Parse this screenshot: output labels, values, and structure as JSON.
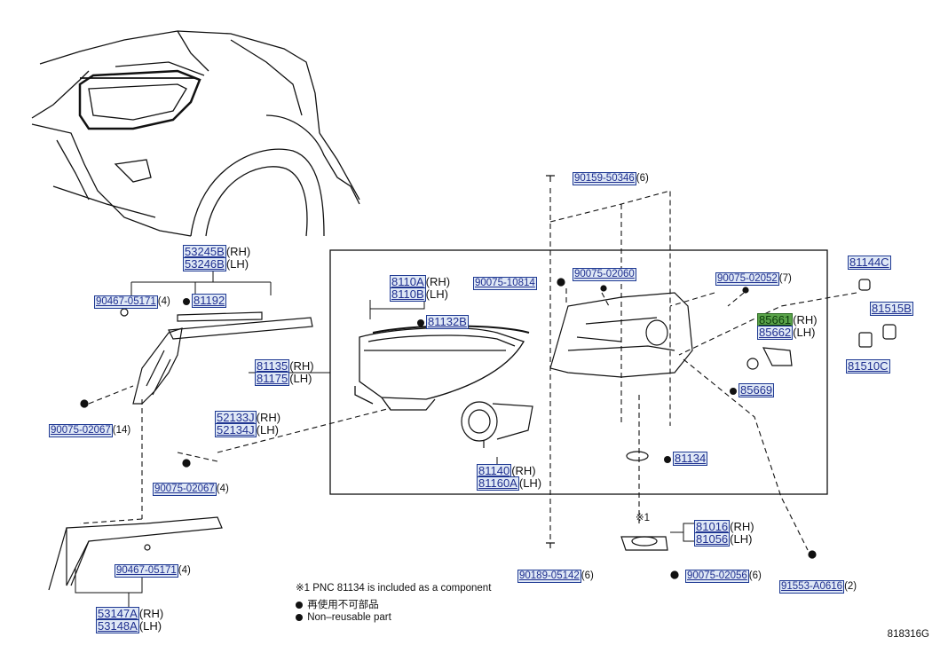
{
  "parts": {
    "p53245b": "53245B",
    "p53246b": "53246B",
    "p90467a": "90467-05171",
    "p81192": "81192",
    "p90075a": "90075-02067",
    "p81135": "81135",
    "p81175": "81175",
    "p8110a": "8110A",
    "p8110b": "8110B",
    "p81132b": "81132B",
    "p52133j": "52133J",
    "p52134j": "52134J",
    "p90075b": "90075-02067",
    "p81140": "81140",
    "p81160a": "81160A",
    "p90159": "90159-50346",
    "p90075c": "90075-10814",
    "p90075d": "90075-02060",
    "p90075e": "90075-02052",
    "p85661": "85661",
    "p85662": "85662",
    "p85669": "85669",
    "p81144c": "81144C",
    "p81515b": "81515B",
    "p81510c": "81510C",
    "p81134": "81134",
    "p81016": "81016",
    "p81056": "81056",
    "p90189": "90189-05142",
    "p90075f": "90075-02056",
    "p91553": "91553-A0616",
    "p90467b": "90467-05171",
    "p53147a": "53147A",
    "p53148a": "53148A"
  },
  "qty": {
    "q4": "(4)",
    "q14": "(14)",
    "q6": "(6)",
    "q7": "(7)",
    "q2": "(2)"
  },
  "sides": {
    "rh": "(RH)",
    "lh": "(LH)"
  },
  "marks": {
    "ref1": "※1"
  },
  "notes": {
    "note1": "※1 PNC 81134 is included as a component",
    "note2": "再使用不可部品",
    "note3": "Non–reusable part"
  },
  "diagram_code": "818316G"
}
